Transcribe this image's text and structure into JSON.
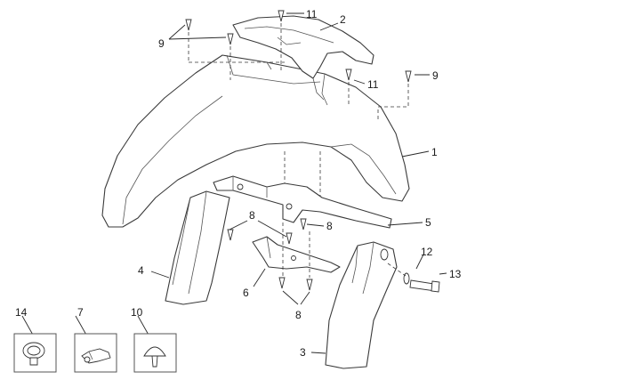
{
  "callouts": {
    "c1": "1",
    "c2": "2",
    "c3": "3",
    "c4": "4",
    "c5": "5",
    "c6": "6",
    "c7": "7",
    "c8a": "8",
    "c8b": "8",
    "c8c": "8",
    "c9a": "9",
    "c9b": "9",
    "c10": "10",
    "c11a": "11",
    "c11b": "11",
    "c12": "12",
    "c13": "13",
    "c14": "14"
  },
  "colors": {
    "line": "#3a3a3a",
    "fill": "#ffffff",
    "shade": "#efefef"
  }
}
